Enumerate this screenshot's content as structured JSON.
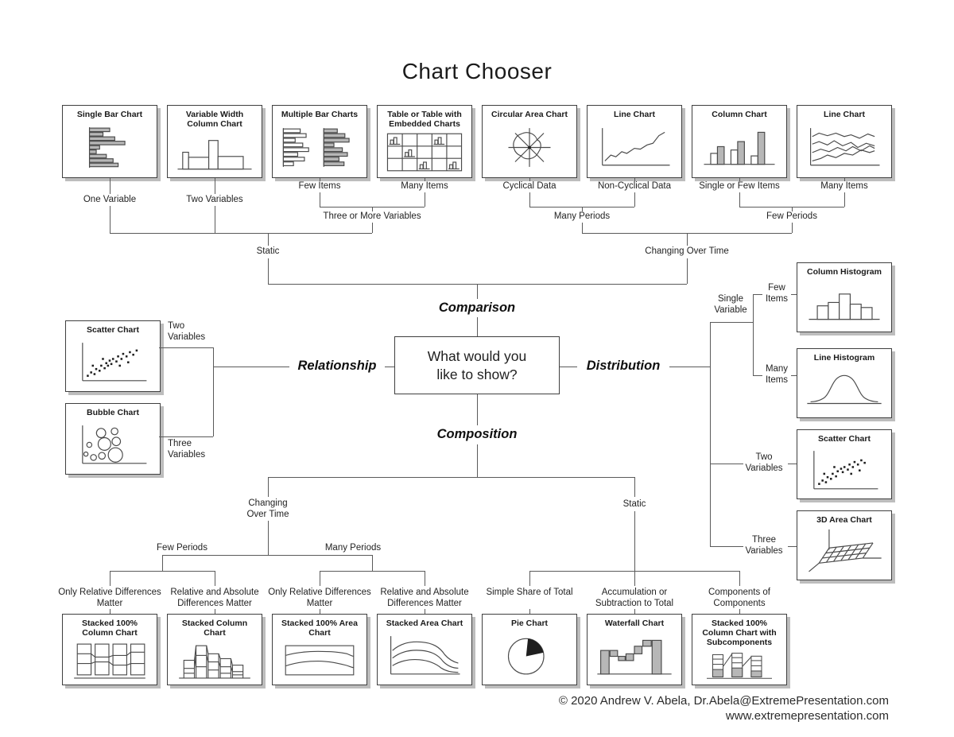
{
  "title": "Chart Chooser",
  "colors": {
    "line": "#5a5a5a",
    "box_border": "#3f3f3f",
    "box_shadow": "#bdbdbd",
    "bar_fill": "#b7b7b7",
    "pie_fill": "#1f1f1f"
  },
  "center": {
    "line1": "What would you",
    "line2": "like to show?"
  },
  "branches": {
    "comparison": "Comparison",
    "relationship": "Relationship",
    "distribution": "Distribution",
    "composition": "Composition"
  },
  "comparison": {
    "charts": [
      {
        "title": "Single Bar Chart",
        "condition": "One Variable"
      },
      {
        "title": "Variable Width Column Chart",
        "condition": "Two Variables"
      },
      {
        "title": "Multiple Bar Charts",
        "condition": "Few Items"
      },
      {
        "title": "Table or Table with Embedded Charts",
        "condition": "Many Items"
      },
      {
        "title": "Circular Area Chart",
        "condition": "Cyclical Data"
      },
      {
        "title": "Line Chart",
        "condition": "Non-Cyclical Data"
      },
      {
        "title": "Column Chart",
        "condition": "Single or Few Items"
      },
      {
        "title": "Line Chart",
        "condition": "Many Items"
      }
    ],
    "labels": {
      "three_or_more": "Three or More Variables",
      "many_periods": "Many Periods",
      "few_periods": "Few Periods",
      "static": "Static",
      "changing_over_time": "Changing Over Time"
    }
  },
  "relationship": {
    "charts": [
      {
        "title": "Scatter Chart",
        "condition": "Two Variables"
      },
      {
        "title": "Bubble Chart",
        "condition": "Three Variables"
      }
    ]
  },
  "distribution": {
    "labels": {
      "single_variable": "Single Variable",
      "few_items": "Few Items",
      "many_items": "Many Items",
      "two_variables": "Two Variables",
      "three_variables": "Three Variables"
    },
    "charts": [
      {
        "title": "Column Histogram"
      },
      {
        "title": "Line Histogram"
      },
      {
        "title": "Scatter Chart"
      },
      {
        "title": "3D Area Chart"
      }
    ]
  },
  "composition": {
    "labels": {
      "changing_over_time": "Changing Over Time",
      "static": "Static",
      "few_periods": "Few Periods",
      "many_periods": "Many Periods"
    },
    "conditions": [
      "Only Relative Differences Matter",
      "Relative and Absolute Differences Matter",
      "Only Relative Differences Matter",
      "Relative and Absolute Differences Matter",
      "Simple Share of Total",
      "Accumulation or Subtraction to Total",
      "Components of Components"
    ],
    "charts": [
      {
        "title": "Stacked 100% Column Chart"
      },
      {
        "title": "Stacked Column Chart"
      },
      {
        "title": "Stacked 100% Area Chart"
      },
      {
        "title": "Stacked Area Chart"
      },
      {
        "title": "Pie Chart"
      },
      {
        "title": "Waterfall Chart"
      },
      {
        "title": "Stacked 100% Column Chart with Subcomponents"
      }
    ]
  },
  "footer": {
    "line1": "© 2020 Andrew V. Abela, Dr.Abela@ExtremePresentation.com",
    "line2": "www.extremepresentation.com"
  }
}
